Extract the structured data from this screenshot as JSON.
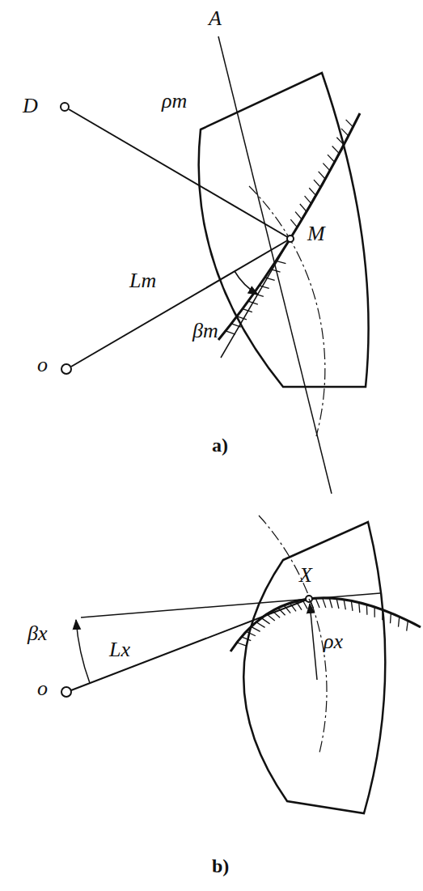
{
  "diagram": {
    "labels": [
      "A",
      "D",
      "ρm",
      "M",
      "Lm",
      "βm",
      "o",
      "a)",
      "X",
      "βx",
      "Lx",
      "ρx",
      "o",
      "b)"
    ]
  }
}
